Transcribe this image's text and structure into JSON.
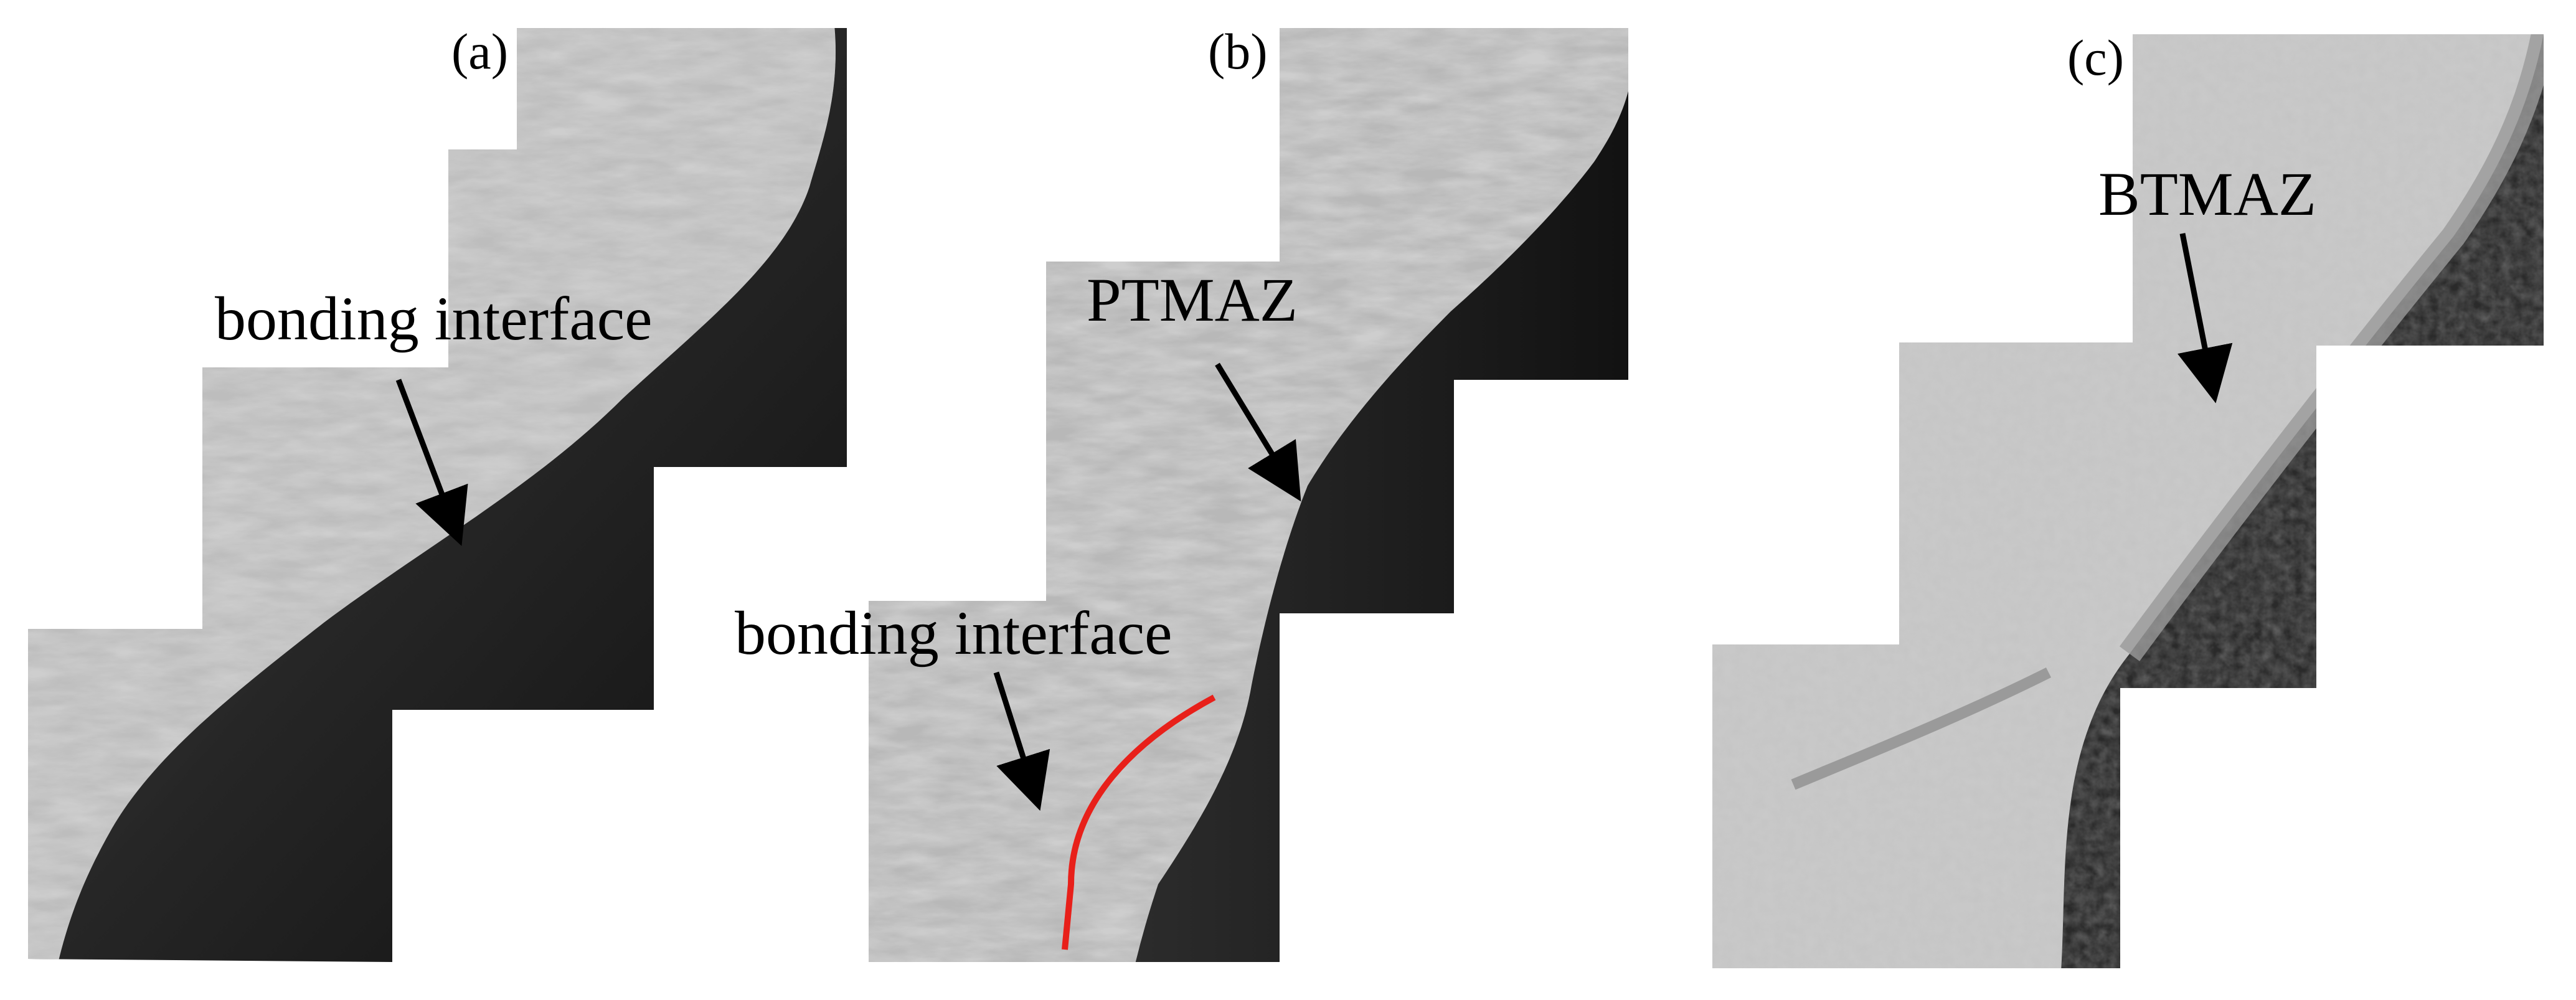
{
  "panels": [
    {
      "label": "(a)",
      "annotations": [
        "bonding interface"
      ]
    },
    {
      "label": "(b)",
      "annotations": [
        "PTMAZ",
        "bonding interface"
      ]
    },
    {
      "label": "(c)",
      "annotations": [
        "BTMAZ"
      ]
    }
  ],
  "colors": {
    "background": "#ffffff",
    "interface_curve": "#e8201a",
    "arrow": "#000000",
    "text": "#000000"
  }
}
